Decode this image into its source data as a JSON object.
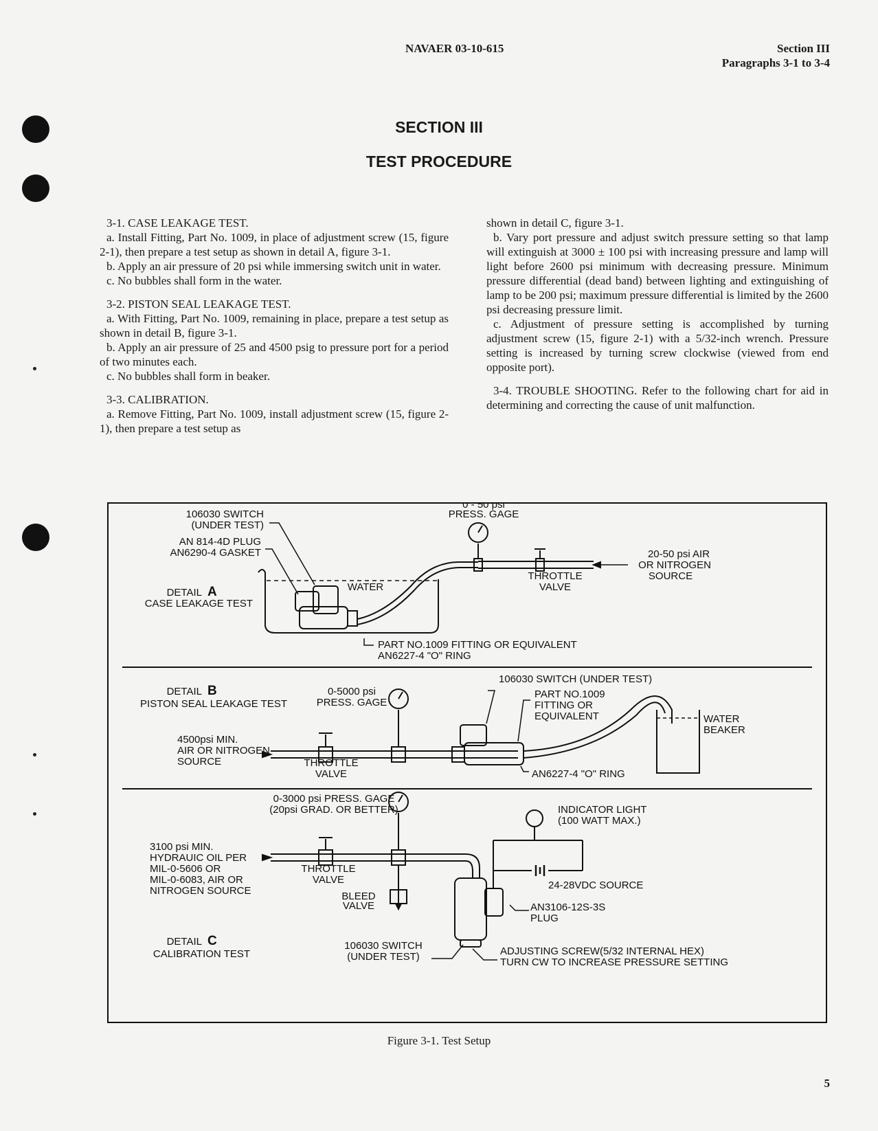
{
  "header": {
    "doc_number": "NAVAER 03-10-615",
    "section": "Section III",
    "paragraphs": "Paragraphs 3-1 to 3-4"
  },
  "title": {
    "section": "SECTION III",
    "heading": "TEST PROCEDURE"
  },
  "left_column": [
    {
      "type": "heading",
      "text": "3-1. CASE LEAKAGE TEST."
    },
    {
      "type": "para",
      "text": "a. Install Fitting, Part No. 1009, in place of adjustment screw (15, figure 2-1), then prepare a test setup as shown in detail A, figure 3-1."
    },
    {
      "type": "para",
      "text": "b. Apply an air pressure of 20 psi while immersing switch unit in water."
    },
    {
      "type": "para",
      "text": "c. No bubbles shall form in the water."
    },
    {
      "type": "heading",
      "text": "3-2. PISTON SEAL LEAKAGE TEST."
    },
    {
      "type": "para",
      "text": "a. With Fitting, Part No. 1009, remaining in place, prepare a test setup as shown in detail B, figure 3-1."
    },
    {
      "type": "para",
      "text": "b. Apply an air pressure of 25 and 4500 psig to pressure port for a period of two minutes each."
    },
    {
      "type": "para",
      "text": "c. No bubbles shall form in beaker."
    },
    {
      "type": "heading",
      "text": "3-3. CALIBRATION."
    },
    {
      "type": "para",
      "text": "a. Remove Fitting, Part No. 1009, install adjustment screw (15, figure 2-1), then prepare a test setup as"
    }
  ],
  "right_column": [
    {
      "type": "cont",
      "text": "shown in detail C, figure 3-1."
    },
    {
      "type": "para",
      "text": "b. Vary port pressure and adjust switch pressure setting so that lamp will extinguish at 3000 ± 100 psi with increasing pressure and lamp will light before 2600 psi minimum with decreasing pressure. Minimum pressure differential (dead band) between lighting and extinguishing of lamp to be 200 psi; maximum pressure differential is limited by the 2600 psi decreasing pressure limit."
    },
    {
      "type": "para",
      "text": "c. Adjustment of pressure setting is accomplished by turning adjustment screw (15, figure 2-1) with a 5/32-inch wrench. Pressure setting is increased by turning screw clockwise (viewed from end opposite port)."
    },
    {
      "type": "heading",
      "text": "3-4. TROUBLE SHOOTING. Refer to the following chart for aid in determining and correcting the cause of unit malfunction."
    }
  ],
  "figure": {
    "detail_a": {
      "name_1": "DETAIL",
      "letter": "A",
      "name_2": "CASE LEAKAGE TEST",
      "switch_1": "106030 SWITCH",
      "switch_2": "(UNDER TEST)",
      "plug_1": "AN 814-4D PLUG",
      "plug_2": "AN6290-4 GASKET",
      "gage_1": "0 - 50 psi",
      "gage_2": "PRESS. GAGE",
      "water": "WATER",
      "throttle_1": "THROTTLE",
      "throttle_2": "VALVE",
      "source_1": "20-50 psi  AIR",
      "source_2": "OR NITROGEN",
      "source_3": "SOURCE",
      "fitting_1": "PART NO.1009  FITTING  OR  EQUIVALENT",
      "fitting_2": "AN6227-4 \"O\" RING"
    },
    "detail_b": {
      "name_1": "DETAIL",
      "letter": "B",
      "name_2": "PISTON SEAL LEAKAGE TEST",
      "gage_1": "0-5000 psi",
      "gage_2": "PRESS. GAGE",
      "switch": "106030  SWITCH (UNDER TEST)",
      "fitting_1": "PART NO.1009",
      "fitting_2": "FITTING OR",
      "fitting_3": "EQUIVALENT",
      "beaker_1": "WATER",
      "beaker_2": "BEAKER",
      "source_1": "4500psi MIN.",
      "source_2": "AIR OR NITROGEN",
      "source_3": "SOURCE",
      "throttle_1": "THROTTLE",
      "throttle_2": "VALVE",
      "oring": "AN6227-4  \"O\" RING"
    },
    "detail_c": {
      "name_1": "DETAIL",
      "letter": "C",
      "name_2": "CALIBRATION   TEST",
      "gage_1": "0-3000 psi  PRESS. GAGE",
      "gage_2": "(20psi GRAD. OR  BETTER)",
      "light_1": "INDICATOR LIGHT",
      "light_2": "(100 WATT MAX.)",
      "source_1": "3100 psi MIN.",
      "source_2": "HYDRAUIC OIL PER",
      "source_3": "MIL-0-5606 OR",
      "source_4": "MIL-0-6083, AIR OR",
      "source_5": "NITROGEN  SOURCE",
      "throttle_1": "THROTTLE",
      "throttle_2": "VALVE",
      "bleed_1": "BLEED",
      "bleed_2": "VALVE",
      "dc": "24-28VDC SOURCE",
      "plug_1": "AN3106-12S-3S",
      "plug_2": "PLUG",
      "switch_1": "106030 SWITCH",
      "switch_2": "(UNDER TEST)",
      "screw_1": "ADJUSTING  SCREW(5/32 INTERNAL HEX)",
      "screw_2": "TURN  CW  TO  INCREASE  PRESSURE SETTING"
    }
  },
  "caption": "Figure 3-1.  Test Setup",
  "page_number": "5"
}
